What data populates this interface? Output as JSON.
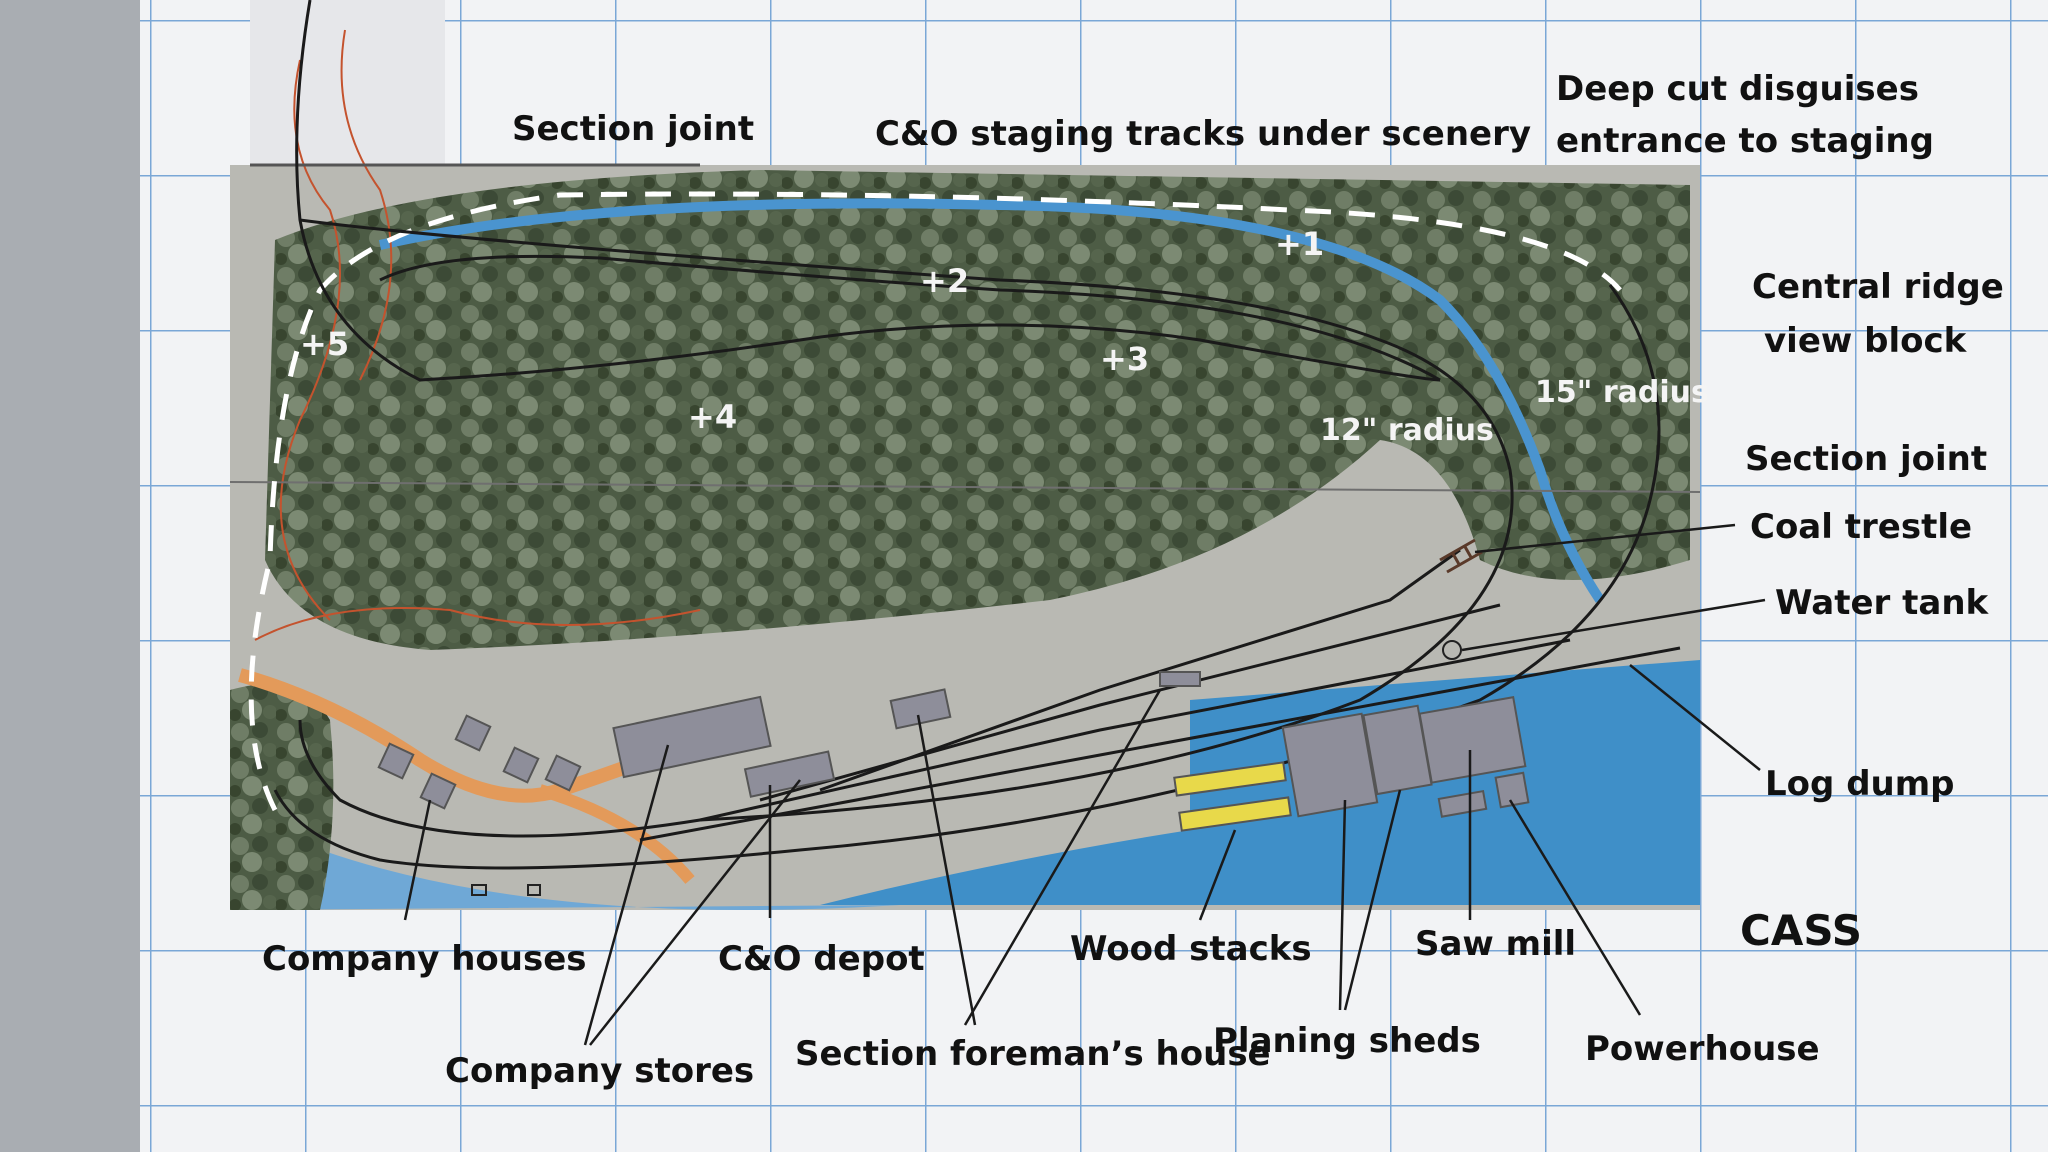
{
  "diagram": {
    "map_title": "CASS",
    "colors": {
      "forest": "#4a5a42",
      "water": "#3f8fc8",
      "road": "#e39a5a",
      "building": "#8e8e9a",
      "wood_stacks": "#e8d94a",
      "contour": "#c4532e",
      "track": "#1a1a1a",
      "paper": "#f2f3f5",
      "grid": "#7aa7d6"
    },
    "labels": {
      "section_joint_top": "Section joint",
      "staging_tracks": "C&O staging tracks under scenery",
      "deep_cut_line1": "Deep cut disguises",
      "deep_cut_line2": "entrance to staging",
      "central_ridge_line1": "Central ridge",
      "central_ridge_line2": "view block",
      "section_joint_right": "Section joint",
      "coal_trestle": "Coal trestle",
      "water_tank": "Water tank",
      "log_dump": "Log dump",
      "company_houses": "Company houses",
      "co_depot": "C&O depot",
      "wood_stacks": "Wood stacks",
      "saw_mill": "Saw mill",
      "company_stores": "Company stores",
      "section_foreman": "Section foreman’s house",
      "planing_sheds": "Planing sheds",
      "powerhouse": "Powerhouse"
    },
    "radius_labels": {
      "inner": "12\" radius",
      "outer": "15\" radius"
    },
    "elevations": [
      "+1",
      "+2",
      "+3",
      "+4",
      "+5"
    ]
  }
}
